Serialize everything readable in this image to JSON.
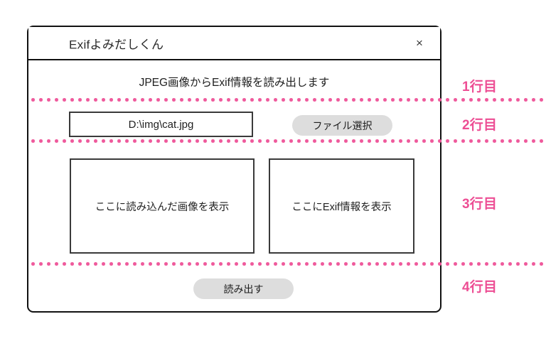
{
  "window": {
    "title": "Exifよみだしくん",
    "close_icon": "×",
    "headline": "JPEG画像からExif情報を読み出します",
    "row2": {
      "path_value": "D:\\img\\cat.jpg",
      "path_placeholder": "D:\\img\\cat.jpg",
      "file_select_label": "ファイル選択"
    },
    "row3": {
      "image_panel_text": "ここに読み込んだ画像を表示",
      "exif_panel_text": "ここにExif情報を表示"
    },
    "row4": {
      "read_label": "読み出す"
    }
  },
  "annotations": {
    "accent_color": "#ed4e94",
    "rows": [
      {
        "label": "1行目"
      },
      {
        "label": "2行目"
      },
      {
        "label": "3行目"
      },
      {
        "label": "4行目"
      }
    ]
  }
}
